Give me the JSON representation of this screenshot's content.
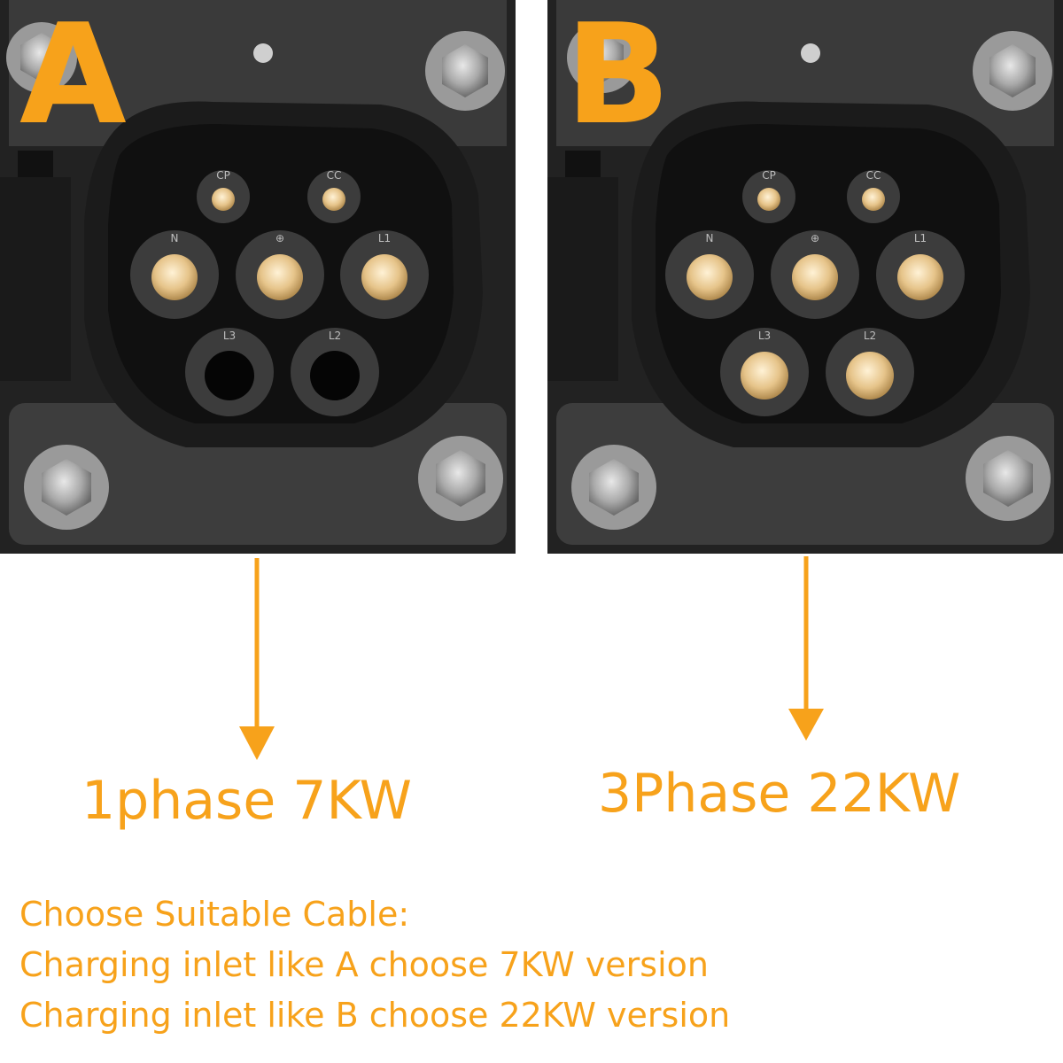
{
  "panels": [
    {
      "letter": "A",
      "pin_labels": [
        "CP",
        "CC",
        "N",
        "⊕",
        "L1",
        "L3",
        "L2"
      ],
      "pins_filled": [
        "CP",
        "CC",
        "N",
        "PE",
        "L1"
      ],
      "pins_empty": [
        "L3",
        "L2"
      ],
      "caption": "1phase 7KW"
    },
    {
      "letter": "B",
      "pin_labels": [
        "CP",
        "CC",
        "N",
        "⊕",
        "L1",
        "L3",
        "L2"
      ],
      "pins_filled": [
        "CP",
        "CC",
        "N",
        "PE",
        "L1",
        "L3",
        "L2"
      ],
      "pins_empty": [],
      "caption": "3Phase 22KW"
    }
  ],
  "note": {
    "line1": "Choose Suitable Cable:",
    "line2": "Charging inlet like A choose 7KW version",
    "line3": "Charging inlet like B choose 22KW version"
  },
  "colors": {
    "accent": "#f7a21b",
    "metal_panel": "#2b2b2b",
    "socket_body": "#151515",
    "brass_pin": "#e6c48a"
  }
}
